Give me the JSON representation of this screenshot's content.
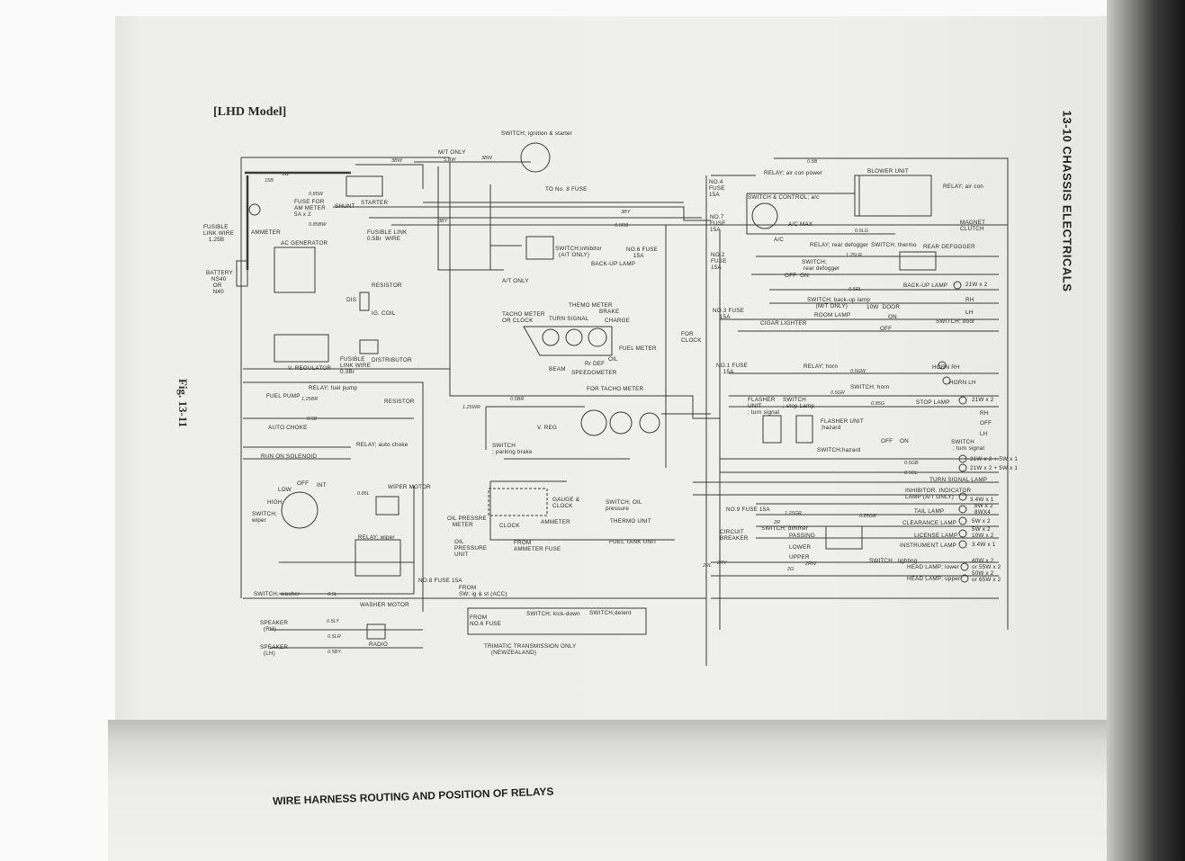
{
  "header": {
    "model": "[LHD Model]",
    "figure": "Fig. 13-11",
    "chapter": "13-10  CHASSIS ELECTRICALS"
  },
  "next_section": {
    "title": "WIRE HARNESS ROUTING AND POSITION OF RELAYS"
  },
  "labels": [
    "FUSIBLE\nLINK WIRE\n   1.25B",
    "BATTERY\n   NS40\n    OR\n    N40",
    "AMMETER",
    "FUSE FOR\nAM METER\n5A x 2",
    "SHUNT",
    "STARTER",
    "AC GENERATOR",
    "FUSIBLE LINK\n0.5Br  WIRE",
    "RESISTOR",
    "DIS",
    "IG. COIL",
    "DISTRIBUTOR",
    "V. REGULATOR",
    "FUSIBLE\nLINK WIRE\n0.3Br",
    "M/T ONLY",
    "A/T ONLY",
    "SWITCH; ignition & starter",
    "TO No. 8 FUSE",
    "SWITCH;inhibitor\n  (A/T ONLY)",
    "BACK-UP LAMP",
    "NO.6 FUSE\n    15A",
    "TACHO METER\nOR CLOCK",
    "THEMO METER",
    "BRAKE",
    "TURN SIGNAL",
    "CHARGE",
    "FUEL METER",
    "OIL",
    "BEAM",
    "Rr DEF",
    "SPEEDOMETER",
    "FOR\nCLOCK",
    "FOR TACHO METER",
    "RELAY; fuel pump",
    "FUEL PUMP",
    "RESISTOR",
    "AUTO CHOKE",
    "RELAY; auto choke",
    "RUN ON SOLENOID",
    "V. REG",
    "SWITCH\n; parking brake",
    "GAUGE &\nCLOCK",
    "OIL PRESSRE\n   METER",
    "CLOCK",
    "AMMETER",
    "OIL\nPRESSURE\nUNIT",
    "FROM\nAMMETER FUSE",
    "SWITCH; OIL\npressure",
    "THERMO UNIT",
    "FUEL TANK UNIT",
    "WIPER MOTOR",
    "LOW",
    "OFF",
    "INT",
    "HIGH",
    "SWITCH;\nwiper",
    "RELAY; wiper",
    "SWITCH; washer",
    "WASHER MOTOR",
    "NO.8 FUSE 15A",
    "FROM\nSW; ig & st (ACC)",
    "SPEAKER\n  (RH)",
    "SPEAKER\n  (LH)",
    "RADIO",
    "FROM\nNO.6 FUSE",
    "SWITCH; kick-down",
    "SWITCH;detent",
    "TRIMATIC TRANSMISSION ONLY\n    (NEWZEALAND)",
    "RELAY; air con power",
    "NO.4\nFUSE\n15A",
    "BLOWER UNIT",
    "RELAY; air con",
    "SWITCH & CONTROL; a/c",
    "A/C MAX",
    "A/C",
    "MAGNET\nCLUTCH",
    "NO.7\nFUSE\n15A",
    "RELAY; rear defogger",
    "SWITCH; thermo",
    "REAR DEFOGGER",
    "NO.2\nFUSE\n15A",
    "SWITCH;\n rear defogger",
    "OFF  ON",
    "BACK-UP LAMP",
    "21W x 2",
    "SWITCH; back-up lamp\n     (M/T ONLY)",
    "10W  DOOR",
    "ROOM LAMP",
    "NO.3 FUSE\n    15A",
    "CIGAR LIGHTER",
    "SWITCH; door",
    "RH",
    "LH",
    "ON",
    "OFF",
    "NO.1 FUSE\n    15A",
    "RELAY; horn",
    "HORN RH",
    "HORN LH",
    "SWITCH; horn",
    "FLASHER\nUNIT\n; turn signal",
    "SWITCH\n; stop Lamp",
    "STOP LAMP",
    "21W x 2",
    "FLASHER UNIT\n;hazard",
    "SWITCH;hazard",
    "OFF    ON",
    "RH",
    "OFF",
    "LH",
    "SWITCH\n ; turn signal",
    "TURN SIGNAL LAMP",
    "21W x 2 + 5W x 1",
    "21W x 2 + 5W x 1",
    "INHIBITOR. INDICATOR\nLAMP (A/T ONLY)",
    "3.4W x 1",
    "TAIL LAMP",
    "8W x 2\n8WX4",
    "CLEARANCE LAMP",
    "5W x 2",
    "LICENSE LAMP",
    "5W x 2\n10W x 2",
    "INSTRUMENT LAMP",
    "3.4W x 1",
    "NO.9 FUSE 15A",
    "CIRCUIT\nBREAKER",
    "SWITCH; dimmer",
    "PASSING",
    "LOWER",
    "UPPER",
    "SWITCH ; lighting",
    "HEAD LAMP; lower",
    "40W x 2\nor 55W x 2",
    "HEAD LAMP; upper",
    "50W x 2\nor 65W x 2"
  ],
  "wire_codes": [
    "3BW",
    "5W",
    "3BY",
    "15B",
    "0.85W",
    "0.85BW",
    "3BW",
    "5.BW",
    "0.5RB",
    "3BY",
    "1.25WR",
    "0.5BR",
    "0.5B",
    "1.25BR",
    "0.85L",
    "0.5L",
    "0.5LY",
    "0.5LR",
    "0.5BY",
    "0.5B",
    "0.5LG",
    "0.5RL",
    "1.25LR",
    "0.85G",
    "0.5GW",
    "0.5GR",
    "1.25GR",
    "0.85GR",
    "0.5GB",
    "0.5GL",
    "2R",
    "2RW",
    "2G",
    "2RY",
    "2RL"
  ]
}
